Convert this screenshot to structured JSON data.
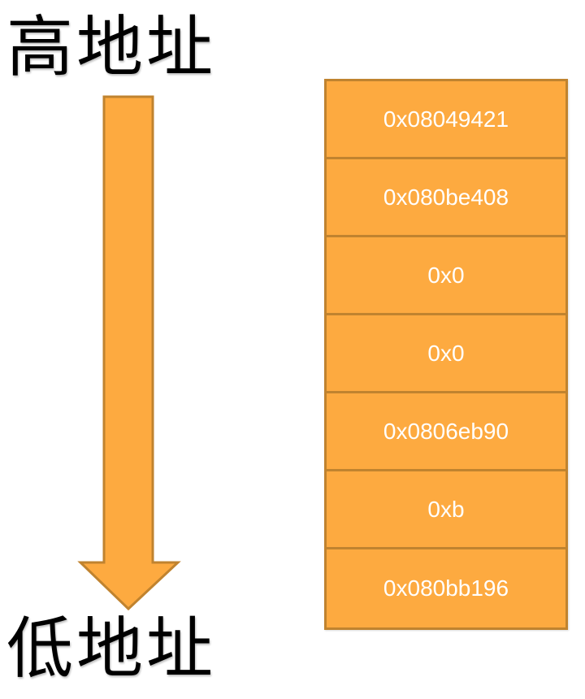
{
  "labels": {
    "high_address": "高地址",
    "low_address": "低地址"
  },
  "arrow": {
    "direction": "down",
    "icon": "down-arrow-icon",
    "fill_color": "#fdaa40",
    "stroke_color": "#c0832f"
  },
  "stack": {
    "fill_color": "#fdaa40",
    "border_color": "#c0832f",
    "text_color": "#ffffff",
    "cells": [
      {
        "value": "0x08049421"
      },
      {
        "value": "0x080be408"
      },
      {
        "value": "0x0"
      },
      {
        "value": "0x0"
      },
      {
        "value": "0x0806eb90"
      },
      {
        "value": "0xb"
      },
      {
        "value": "0x080bb196"
      }
    ]
  }
}
